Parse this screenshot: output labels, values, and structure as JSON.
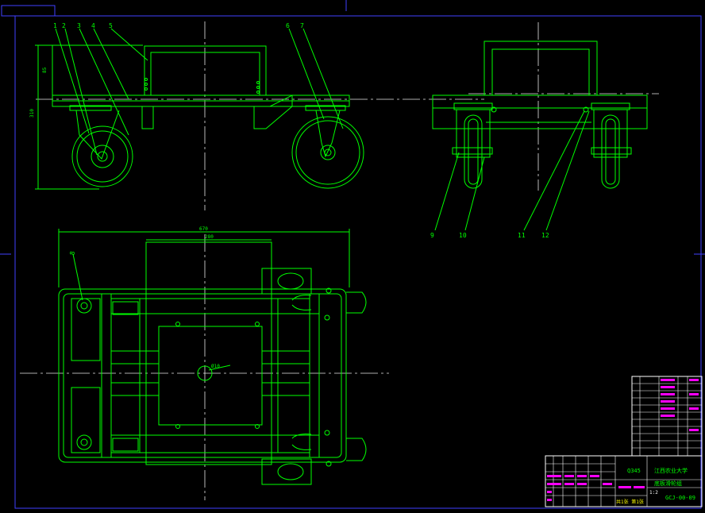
{
  "part_labels": [
    "1",
    "2",
    "3",
    "4",
    "5",
    "6",
    "7",
    "9",
    "10",
    "11",
    "12",
    "8"
  ],
  "dimensions": {
    "side_height_upper": "85",
    "side_height_total": "310",
    "plan_width_total": "670",
    "plan_width_inner": "280",
    "plan_hole": "Ø10"
  },
  "title_block": {
    "material": "Q345",
    "school": "江西农业大学",
    "drawing_name": "底板滑轮组",
    "drawing_number": "GCJ-00-09",
    "sheet_info": "共1张 第1张",
    "scale": "1:2"
  },
  "colors": {
    "line": "#00ff00",
    "centerline": "#e8e8e8",
    "frame": "#4040ff",
    "background": "#000000"
  }
}
